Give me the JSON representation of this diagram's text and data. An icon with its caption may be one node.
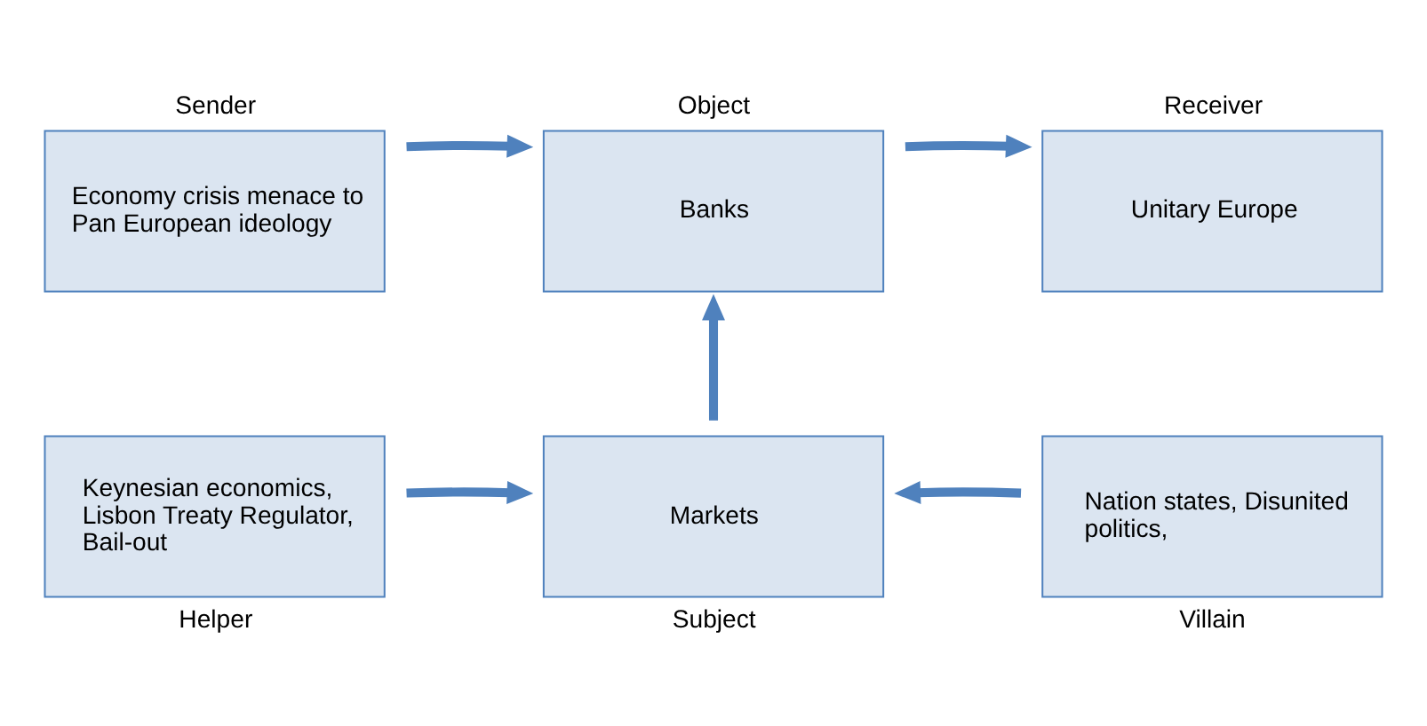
{
  "diagram": {
    "nodes": [
      {
        "text": [
          "Sender",
          "Economy crisis menace to Pan European ideology"
        ]
      },
      {
        "text": [
          "Object",
          "Banks"
        ]
      },
      {
        "text": [
          "Receiver",
          "Unitary Europe"
        ]
      },
      {
        "text": [
          "Keynesian economics, Lisbon Treaty Regulator, Bail-out",
          "Helper"
        ]
      },
      {
        "text": [
          "Markets",
          "Subject"
        ]
      },
      {
        "text": [
          "Nation states, Disunited politics,",
          "Villain"
        ]
      }
    ],
    "edges": [
      {
        "from": 0,
        "to": 1,
        "arrow": "to"
      },
      {
        "from": 1,
        "to": 2,
        "arrow": "to"
      },
      {
        "from": 4,
        "to": 1,
        "arrow": "to"
      },
      {
        "from": 3,
        "to": 4,
        "arrow": "to"
      },
      {
        "from": 5,
        "to": 4,
        "arrow": "to"
      }
    ]
  }
}
